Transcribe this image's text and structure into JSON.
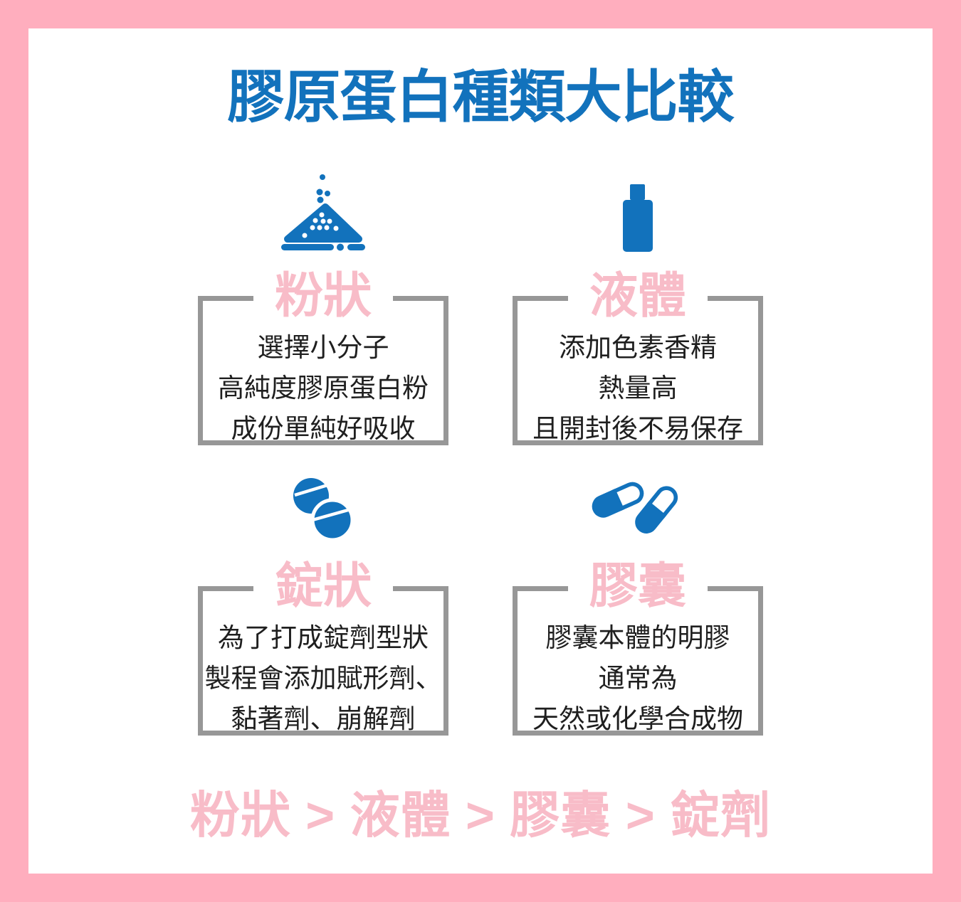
{
  "title": "膠原蛋白種類大比較",
  "colors": {
    "frame_pink": "#ffaebe",
    "soft_pink_text": "#f8bcc8",
    "icon_blue": "#1272bc",
    "box_border_gray": "#979797"
  },
  "cards": [
    {
      "id": "powder",
      "icon": "powder-pile-icon",
      "heading": "粉狀",
      "lines": [
        "選擇小分子",
        "高純度膠原蛋白粉",
        "成份單純好吸收"
      ]
    },
    {
      "id": "liquid",
      "icon": "bottle-icon",
      "heading": "液體",
      "lines": [
        "添加色素香精",
        "熱量高",
        "且開封後不易保存"
      ]
    },
    {
      "id": "tablet",
      "icon": "tablets-icon",
      "heading": "錠狀",
      "lines": [
        "為了打成錠劑型狀",
        "製程會添加賦形劑、",
        "黏著劑、崩解劑"
      ]
    },
    {
      "id": "capsule",
      "icon": "capsules-icon",
      "heading": "膠囊",
      "lines": [
        "膠囊本體的明膠",
        "通常為",
        "天然或化學合成物"
      ]
    }
  ],
  "ranking": "粉狀 > 液體 > 膠囊 > 錠劑"
}
